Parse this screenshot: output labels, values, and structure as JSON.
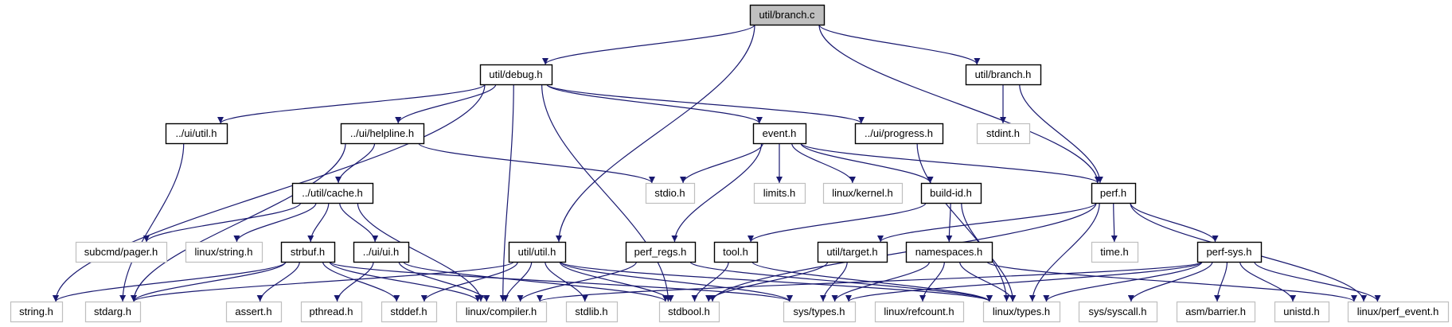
{
  "graph": {
    "type": "include-dependency-graph",
    "colors": {
      "edge": "#191970",
      "root_fill": "#bfbfbf",
      "documented_border": "#000000",
      "undocumented_border": "#bfbfbf"
    },
    "nodes": [
      {
        "id": "branch_c",
        "label": "util/branch.c",
        "kind": "root"
      },
      {
        "id": "debug_h",
        "label": "util/debug.h",
        "kind": "documented"
      },
      {
        "id": "branch_h",
        "label": "util/branch.h",
        "kind": "documented"
      },
      {
        "id": "ui_util_h",
        "label": "../ui/util.h",
        "kind": "documented"
      },
      {
        "id": "helpline_h",
        "label": "../ui/helpline.h",
        "kind": "documented"
      },
      {
        "id": "event_h",
        "label": "event.h",
        "kind": "documented"
      },
      {
        "id": "progress_h",
        "label": "../ui/progress.h",
        "kind": "documented"
      },
      {
        "id": "stdint_h",
        "label": "stdint.h",
        "kind": "external"
      },
      {
        "id": "cache_h",
        "label": "../util/cache.h",
        "kind": "documented"
      },
      {
        "id": "stdio_h",
        "label": "stdio.h",
        "kind": "external"
      },
      {
        "id": "limits_h",
        "label": "limits.h",
        "kind": "external"
      },
      {
        "id": "kernel_h",
        "label": "linux/kernel.h",
        "kind": "external"
      },
      {
        "id": "buildid_h",
        "label": "build-id.h",
        "kind": "documented"
      },
      {
        "id": "perf_h",
        "label": "perf.h",
        "kind": "documented"
      },
      {
        "id": "pager_h",
        "label": "subcmd/pager.h",
        "kind": "external"
      },
      {
        "id": "lstring_h",
        "label": "linux/string.h",
        "kind": "external"
      },
      {
        "id": "strbuf_h",
        "label": "strbuf.h",
        "kind": "documented"
      },
      {
        "id": "ui_h",
        "label": "../ui/ui.h",
        "kind": "documented"
      },
      {
        "id": "util_util_h",
        "label": "util/util.h",
        "kind": "documented"
      },
      {
        "id": "perfregs_h",
        "label": "perf_regs.h",
        "kind": "documented"
      },
      {
        "id": "tool_h",
        "label": "tool.h",
        "kind": "documented"
      },
      {
        "id": "target_h",
        "label": "util/target.h",
        "kind": "documented"
      },
      {
        "id": "namespaces_h",
        "label": "namespaces.h",
        "kind": "documented"
      },
      {
        "id": "time_h",
        "label": "time.h",
        "kind": "external"
      },
      {
        "id": "perfsys_h",
        "label": "perf-sys.h",
        "kind": "documented"
      },
      {
        "id": "string_h",
        "label": "string.h",
        "kind": "external"
      },
      {
        "id": "stdarg_h",
        "label": "stdarg.h",
        "kind": "external"
      },
      {
        "id": "assert_h",
        "label": "assert.h",
        "kind": "external"
      },
      {
        "id": "pthread_h",
        "label": "pthread.h",
        "kind": "external"
      },
      {
        "id": "stddef_h",
        "label": "stddef.h",
        "kind": "external"
      },
      {
        "id": "compiler_h",
        "label": "linux/compiler.h",
        "kind": "external"
      },
      {
        "id": "stdlib_h",
        "label": "stdlib.h",
        "kind": "external"
      },
      {
        "id": "stdbool_h",
        "label": "stdbool.h",
        "kind": "external"
      },
      {
        "id": "systypes_h",
        "label": "sys/types.h",
        "kind": "external"
      },
      {
        "id": "refcount_h",
        "label": "linux/refcount.h",
        "kind": "external"
      },
      {
        "id": "ltypes_h",
        "label": "linux/types.h",
        "kind": "external"
      },
      {
        "id": "syscall_h",
        "label": "sys/syscall.h",
        "kind": "external"
      },
      {
        "id": "barrier_h",
        "label": "asm/barrier.h",
        "kind": "external"
      },
      {
        "id": "unistd_h",
        "label": "unistd.h",
        "kind": "external"
      },
      {
        "id": "perfevent_h",
        "label": "linux/perf_event.h",
        "kind": "external"
      }
    ],
    "edges": [
      [
        "branch_c",
        "debug_h"
      ],
      [
        "branch_c",
        "util_util_h"
      ],
      [
        "branch_c",
        "branch_h"
      ],
      [
        "branch_c",
        "perf_h"
      ],
      [
        "debug_h",
        "string_h"
      ],
      [
        "debug_h",
        "ui_util_h"
      ],
      [
        "debug_h",
        "helpline_h"
      ],
      [
        "debug_h",
        "compiler_h"
      ],
      [
        "debug_h",
        "stdbool_h"
      ],
      [
        "debug_h",
        "event_h"
      ],
      [
        "debug_h",
        "progress_h"
      ],
      [
        "branch_h",
        "stdint_h"
      ],
      [
        "branch_h",
        "perf_h"
      ],
      [
        "ui_util_h",
        "stdarg_h"
      ],
      [
        "helpline_h",
        "stdarg_h"
      ],
      [
        "helpline_h",
        "cache_h"
      ],
      [
        "helpline_h",
        "stdio_h"
      ],
      [
        "event_h",
        "stdio_h"
      ],
      [
        "event_h",
        "perfregs_h"
      ],
      [
        "event_h",
        "limits_h"
      ],
      [
        "event_h",
        "kernel_h"
      ],
      [
        "event_h",
        "buildid_h"
      ],
      [
        "event_h",
        "perf_h"
      ],
      [
        "progress_h",
        "ltypes_h"
      ],
      [
        "cache_h",
        "pager_h"
      ],
      [
        "cache_h",
        "lstring_h"
      ],
      [
        "cache_h",
        "strbuf_h"
      ],
      [
        "cache_h",
        "ui_h"
      ],
      [
        "cache_h",
        "compiler_h"
      ],
      [
        "buildid_h",
        "tool_h"
      ],
      [
        "buildid_h",
        "namespaces_h"
      ],
      [
        "buildid_h",
        "ltypes_h"
      ],
      [
        "perf_h",
        "stdbool_h"
      ],
      [
        "perf_h",
        "target_h"
      ],
      [
        "perf_h",
        "time_h"
      ],
      [
        "perf_h",
        "ltypes_h"
      ],
      [
        "perf_h",
        "perfsys_h"
      ],
      [
        "perf_h",
        "perfevent_h"
      ],
      [
        "strbuf_h",
        "string_h"
      ],
      [
        "strbuf_h",
        "stdarg_h"
      ],
      [
        "strbuf_h",
        "assert_h"
      ],
      [
        "strbuf_h",
        "stddef_h"
      ],
      [
        "strbuf_h",
        "compiler_h"
      ],
      [
        "strbuf_h",
        "systypes_h"
      ],
      [
        "ui_h",
        "pthread_h"
      ],
      [
        "ui_h",
        "compiler_h"
      ],
      [
        "ui_h",
        "stdbool_h"
      ],
      [
        "util_util_h",
        "stdarg_h"
      ],
      [
        "util_util_h",
        "stddef_h"
      ],
      [
        "util_util_h",
        "compiler_h"
      ],
      [
        "util_util_h",
        "stdlib_h"
      ],
      [
        "util_util_h",
        "stdbool_h"
      ],
      [
        "util_util_h",
        "systypes_h"
      ],
      [
        "util_util_h",
        "ltypes_h"
      ],
      [
        "perfregs_h",
        "compiler_h"
      ],
      [
        "perfregs_h",
        "ltypes_h"
      ],
      [
        "tool_h",
        "stdbool_h"
      ],
      [
        "tool_h",
        "ltypes_h"
      ],
      [
        "target_h",
        "stdbool_h"
      ],
      [
        "target_h",
        "systypes_h"
      ],
      [
        "namespaces_h",
        "systypes_h"
      ],
      [
        "namespaces_h",
        "refcount_h"
      ],
      [
        "namespaces_h",
        "ltypes_h"
      ],
      [
        "namespaces_h",
        "perfevent_h"
      ],
      [
        "perfsys_h",
        "compiler_h"
      ],
      [
        "perfsys_h",
        "systypes_h"
      ],
      [
        "perfsys_h",
        "ltypes_h"
      ],
      [
        "perfsys_h",
        "syscall_h"
      ],
      [
        "perfsys_h",
        "barrier_h"
      ],
      [
        "perfsys_h",
        "unistd_h"
      ],
      [
        "perfsys_h",
        "perfevent_h"
      ]
    ]
  }
}
